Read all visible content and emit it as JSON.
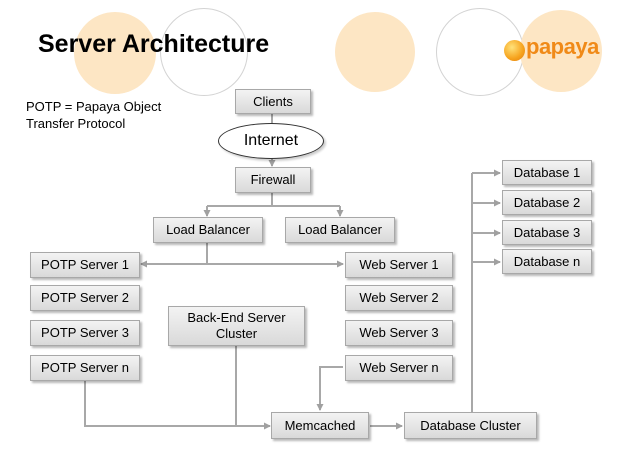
{
  "title": "Server Architecture",
  "note": "POTP = Papaya Object Transfer Protocol",
  "logo": {
    "text": "papaya"
  },
  "nodes": {
    "clients": "Clients",
    "internet": "Internet",
    "firewall": "Firewall",
    "load_balancer_1": "Load Balancer",
    "load_balancer_2": "Load Balancer",
    "potp_server_1": "POTP Server 1",
    "potp_server_2": "POTP Server 2",
    "potp_server_3": "POTP Server 3",
    "potp_server_n": "POTP Server n",
    "web_server_1": "Web Server 1",
    "web_server_2": "Web Server 2",
    "web_server_3": "Web Server 3",
    "web_server_n": "Web Server n",
    "backend_cluster": "Back-End Server Cluster",
    "memcached": "Memcached",
    "database_cluster": "Database Cluster",
    "database_1": "Database 1",
    "database_2": "Database 2",
    "database_3": "Database 3",
    "database_n": "Database n"
  },
  "colors": {
    "box_border": "#a8a8a8",
    "line": "#a0a0a0",
    "accent": "#f08a18",
    "circle_fill": "#fde6c4"
  }
}
